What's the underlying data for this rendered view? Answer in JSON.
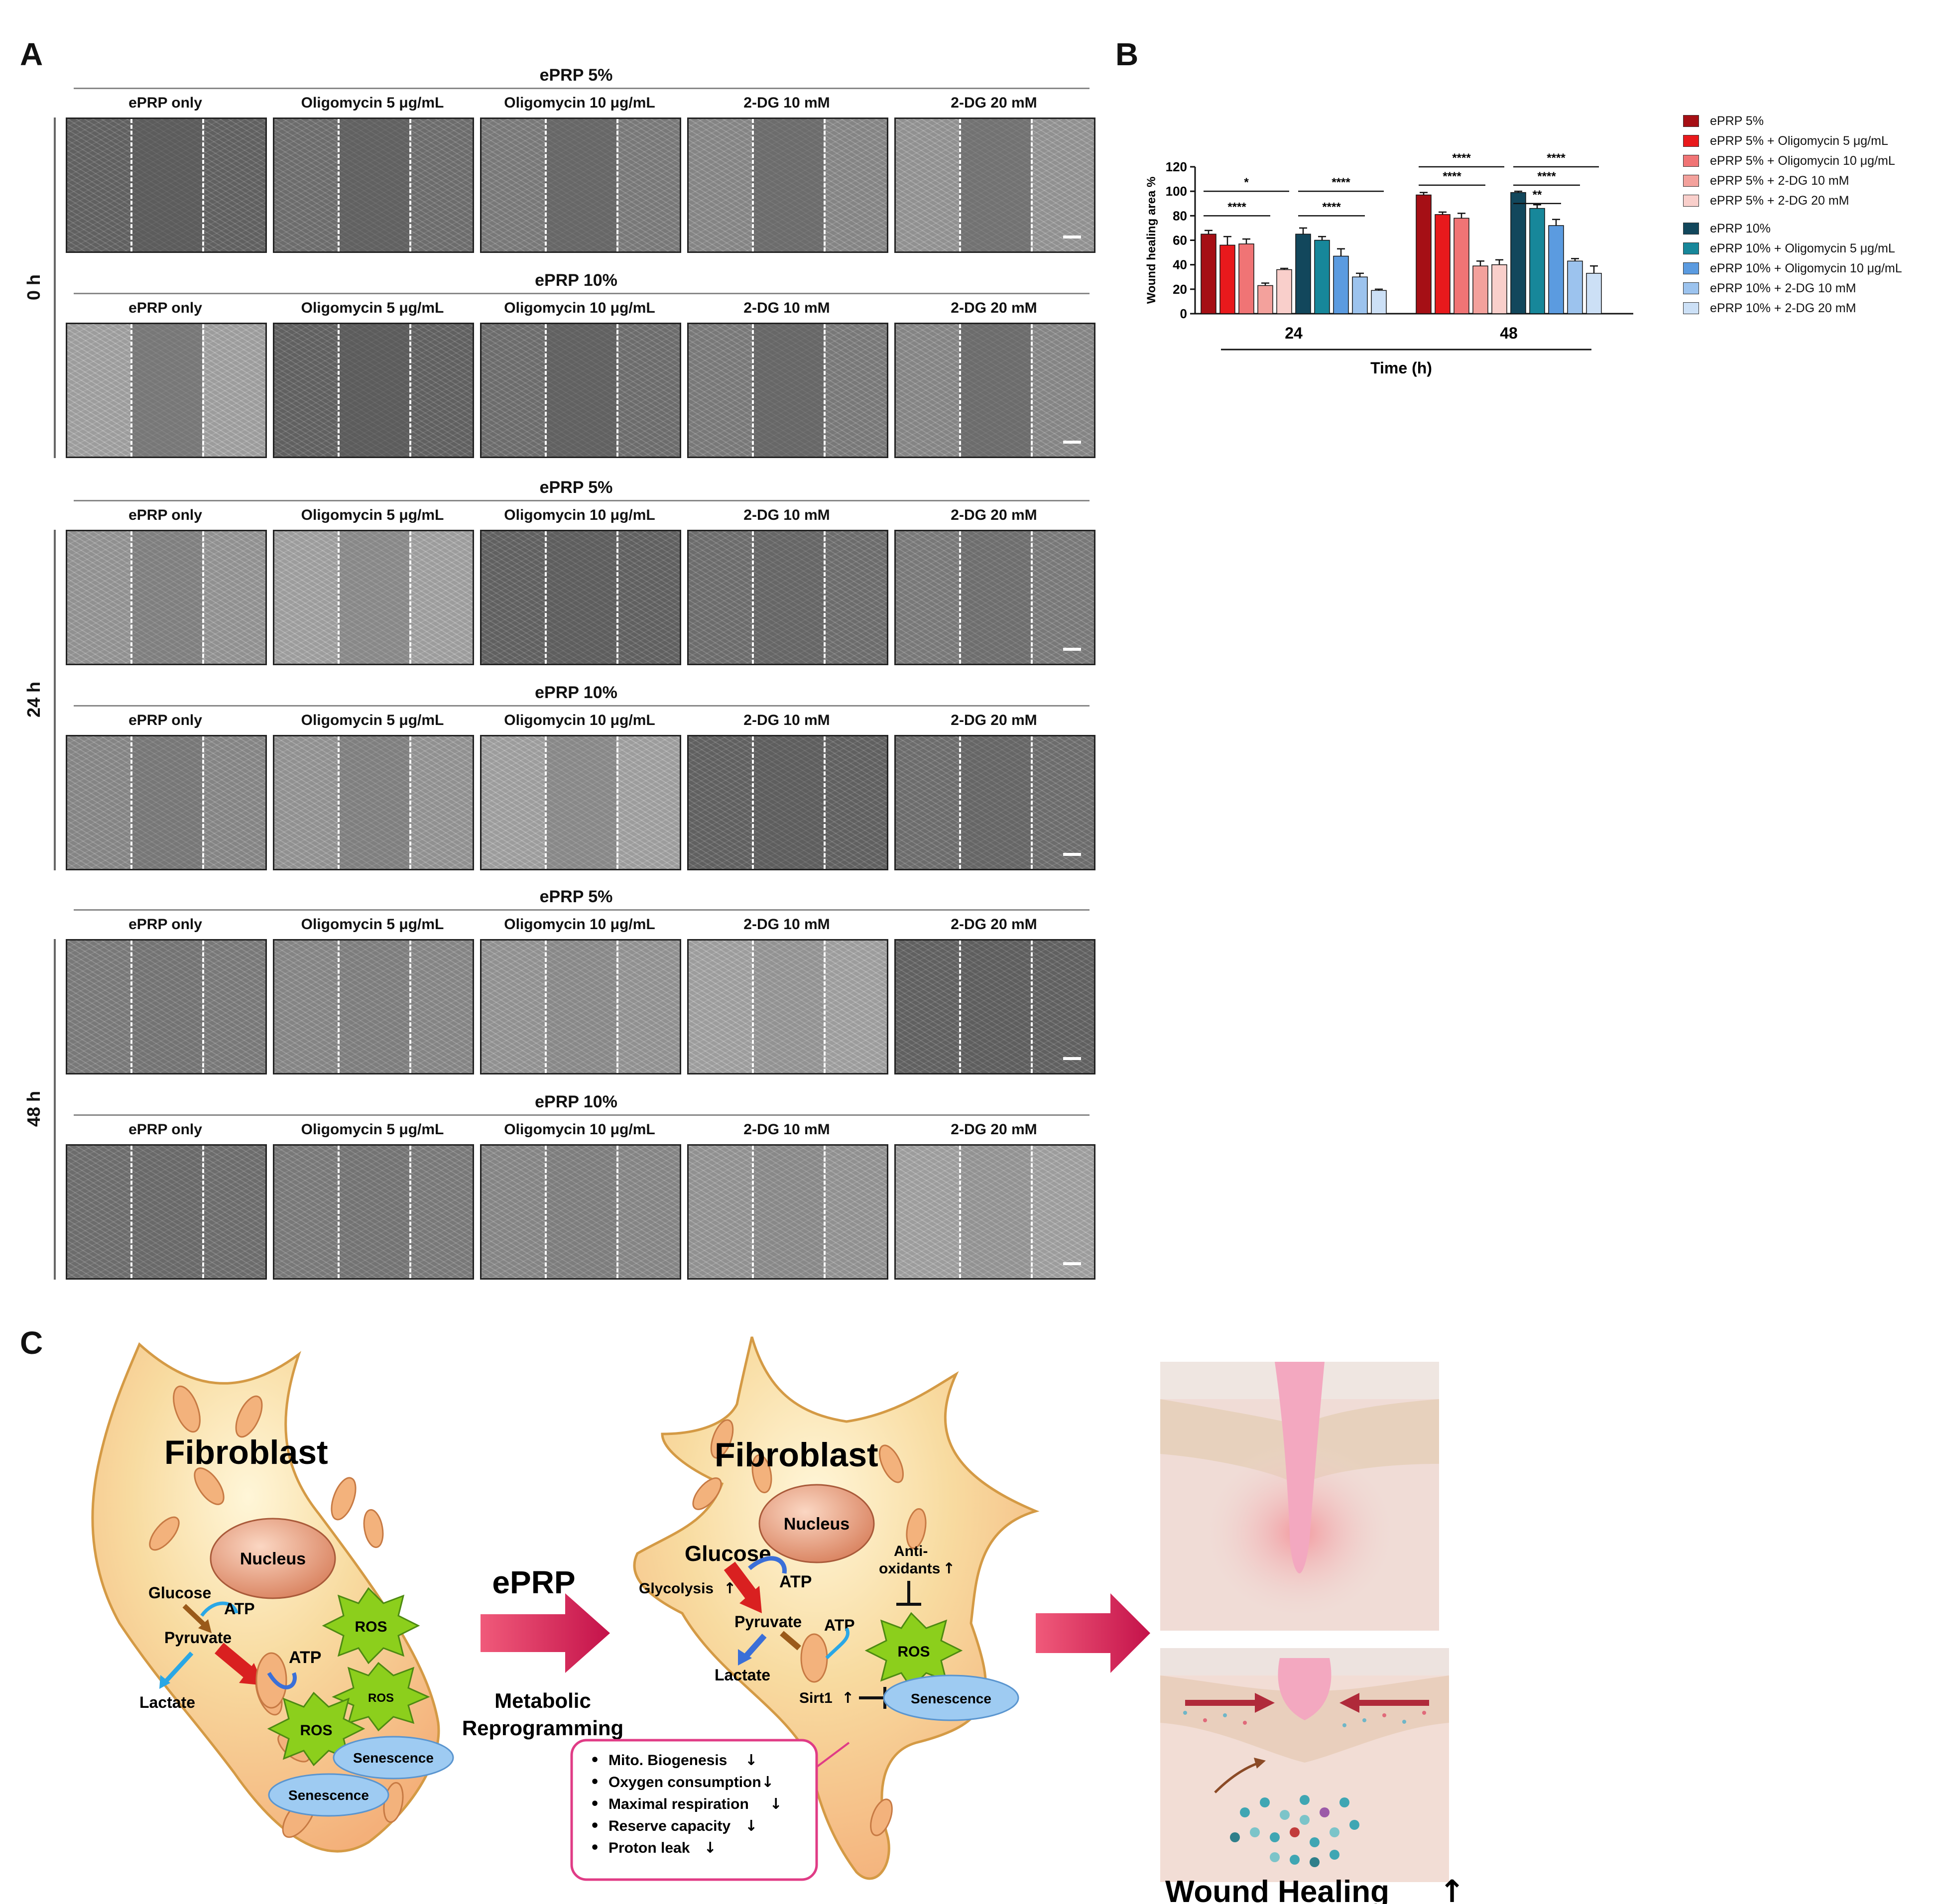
{
  "panels": {
    "a": "A",
    "b": "B",
    "c": "C"
  },
  "panel_a": {
    "time_points": [
      "0 h",
      "24 h",
      "48 h"
    ],
    "concentrations": [
      "ePRP 5%",
      "ePRP 10%"
    ],
    "conditions": [
      "ePRP only",
      "Oligomycin 5 μg/mL",
      "Oligomycin 10 μg/mL",
      "2-DG 10 mM",
      "2-DG 20 mM"
    ]
  },
  "chart_data": {
    "type": "bar",
    "ylabel": "Wound healing area %",
    "xlabel": "Time (h)",
    "ylim": [
      0,
      120
    ],
    "yticks": [
      0,
      20,
      40,
      60,
      80,
      100,
      120
    ],
    "categories": [
      "24",
      "48"
    ],
    "series": [
      {
        "name": "ePRP 5%",
        "color": "#a50f15",
        "values": [
          65,
          97
        ],
        "errors": [
          3,
          2
        ]
      },
      {
        "name": "ePRP 5% + Oligomycin 5 μg/mL",
        "color": "#e8191c",
        "values": [
          56,
          81
        ],
        "errors": [
          7,
          2
        ]
      },
      {
        "name": "ePRP 5% + Oligomycin 10 μg/mL",
        "color": "#f07475",
        "values": [
          57,
          78
        ],
        "errors": [
          4,
          4
        ]
      },
      {
        "name": "ePRP 5% + 2-DG 10 mM",
        "color": "#f3a19c",
        "values": [
          23,
          39
        ],
        "errors": [
          2,
          4
        ]
      },
      {
        "name": "ePRP 5% + 2-DG 20 mM",
        "color": "#f9cfcb",
        "values": [
          36,
          40
        ],
        "errors": [
          1,
          4
        ]
      },
      {
        "name": "ePRP 10%",
        "color": "#12475c",
        "values": [
          65,
          99
        ],
        "errors": [
          5,
          1
        ]
      },
      {
        "name": "ePRP 10% + Oligomycin 5 μg/mL",
        "color": "#17879a",
        "values": [
          60,
          86
        ],
        "errors": [
          3,
          3
        ]
      },
      {
        "name": "ePRP 10% + Oligomycin 10 μg/mL",
        "color": "#5b9be0",
        "values": [
          47,
          72
        ],
        "errors": [
          6,
          5
        ]
      },
      {
        "name": "ePRP 10% + 2-DG 10 mM",
        "color": "#9cc3ee",
        "values": [
          30,
          43
        ],
        "errors": [
          3,
          2
        ]
      },
      {
        "name": "ePRP 10% + 2-DG 20 mM",
        "color": "#cce0f6",
        "values": [
          19,
          33
        ],
        "errors": [
          1,
          6
        ]
      }
    ],
    "significance": [
      {
        "label": "*",
        "group": "24",
        "from": 0,
        "to": 4
      },
      {
        "label": "****",
        "group": "24",
        "from": 0,
        "to": 3
      },
      {
        "label": "****",
        "group": "24",
        "from": 5,
        "to": 9
      },
      {
        "label": "****",
        "group": "24",
        "from": 5,
        "to": 8
      },
      {
        "label": "****",
        "group": "48",
        "from": 0,
        "to": 4
      },
      {
        "label": "****",
        "group": "48",
        "from": 0,
        "to": 3
      },
      {
        "label": "****",
        "group": "48",
        "from": 5,
        "to": 9
      },
      {
        "label": "****",
        "group": "48",
        "from": 5,
        "to": 8
      },
      {
        "label": "**",
        "group": "48",
        "from": 5,
        "to": 7
      }
    ]
  },
  "panel_c": {
    "cell_left": {
      "title": "Fibroblast",
      "nucleus": "Nucleus",
      "glucose": "Glucose",
      "atp1": "ATP",
      "atp2": "ATP",
      "pyruvate": "Pyruvate",
      "lactate": "Lactate",
      "ros": "ROS",
      "senescence": "Senescence"
    },
    "arrow_label": "ePRP",
    "arrow_sub1": "Metabolic",
    "arrow_sub2": "Reprogramming",
    "cell_right": {
      "title": "Fibroblast",
      "nucleus": "Nucleus",
      "glucose": "Glucose",
      "glycolysis": "Glycolysis",
      "atp1": "ATP",
      "atp2": "ATP",
      "pyruvate": "Pyruvate",
      "lactate": "Lactate",
      "antioxidants1": "Anti-",
      "antioxidants2": "oxidants",
      "ros": "ROS",
      "sirt1": "Sirt1",
      "senescence": "Senescence"
    },
    "effects": [
      "Mito. Biogenesis",
      "Oxygen consumption",
      "Maximal respiration",
      "Reserve capacity",
      "Proton leak"
    ],
    "outcome": "Wound Healing"
  }
}
